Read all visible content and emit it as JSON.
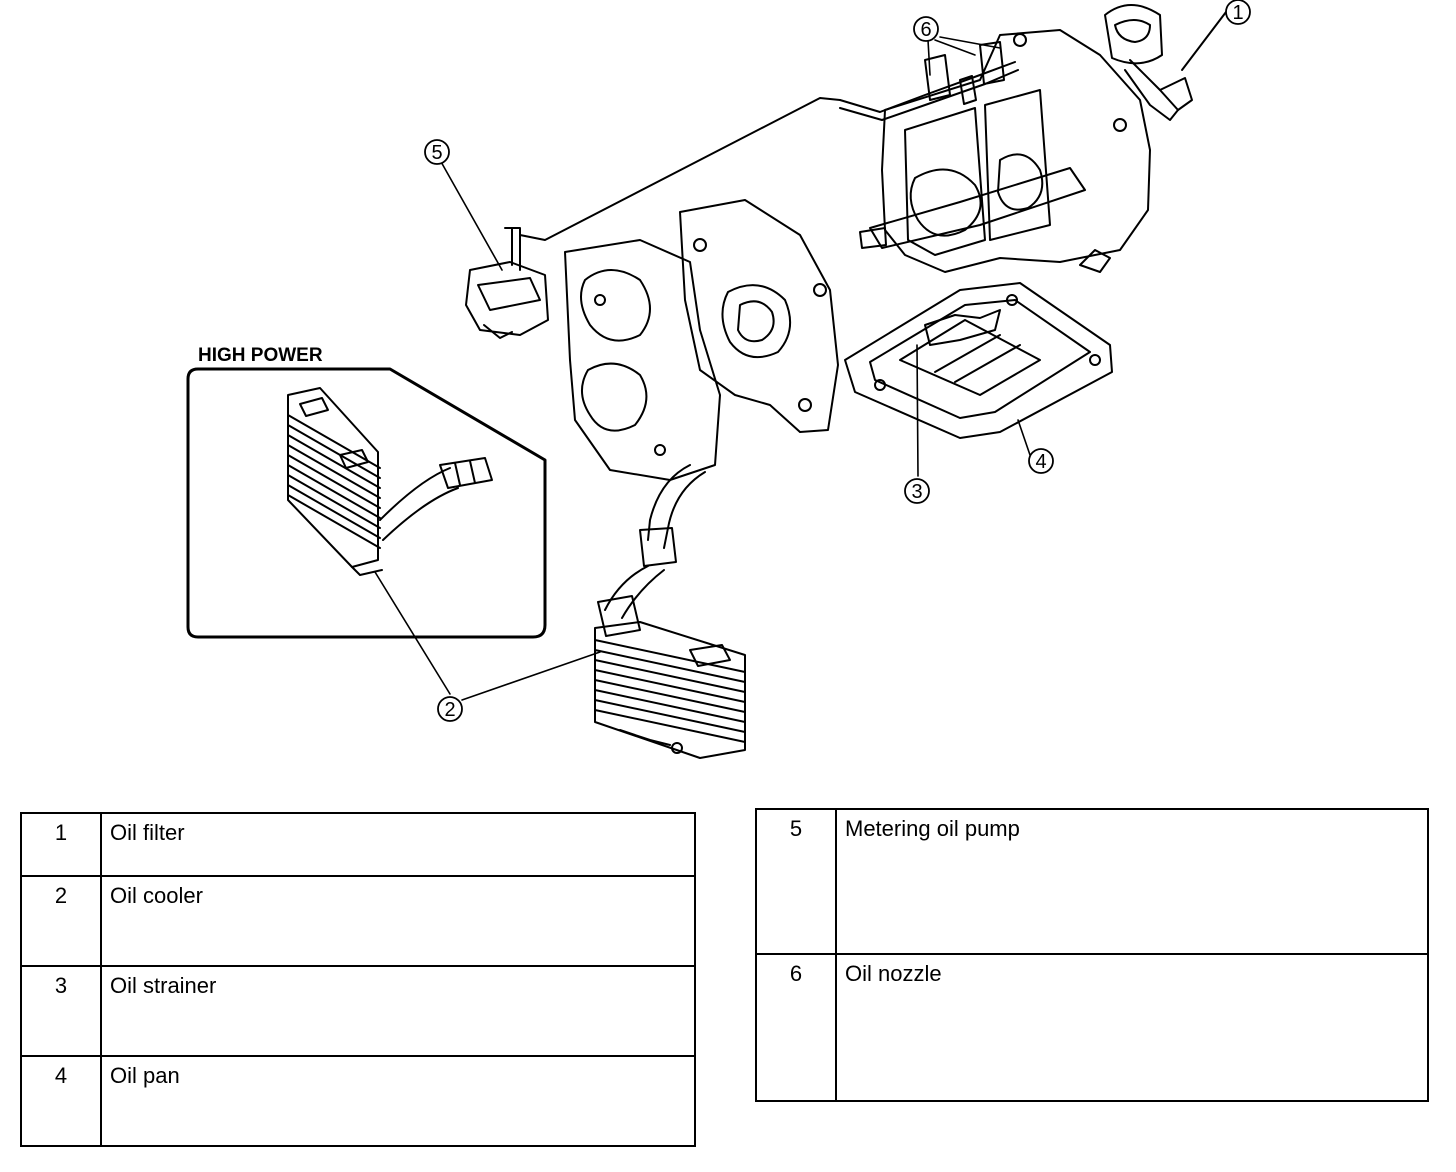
{
  "diagram": {
    "inset_label": "HIGH POWER",
    "callouts": [
      "1",
      "2",
      "3",
      "4",
      "5",
      "6"
    ]
  },
  "legend_left": [
    {
      "num": "1",
      "desc": "Oil filter"
    },
    {
      "num": "2",
      "desc": "Oil cooler"
    },
    {
      "num": "3",
      "desc": "Oil strainer"
    },
    {
      "num": "4",
      "desc": "Oil pan"
    }
  ],
  "legend_right": [
    {
      "num": "5",
      "desc": "Metering oil pump"
    },
    {
      "num": "6",
      "desc": "Oil nozzle"
    }
  ],
  "colors": {
    "line": "#000000",
    "background": "#ffffff"
  }
}
